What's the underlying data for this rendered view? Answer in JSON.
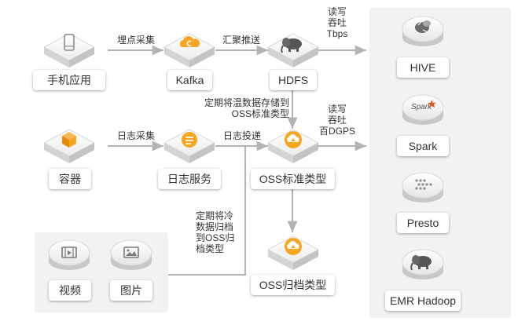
{
  "nodes": {
    "mobile_app": {
      "label": "手机应用",
      "icon": "mobile-phone-icon"
    },
    "kafka": {
      "label": "Kafka",
      "icon": "kafka-cloud-icon"
    },
    "hdfs": {
      "label": "HDFS",
      "icon": "elephant-icon"
    },
    "container": {
      "label": "容器",
      "icon": "container-cube-icon"
    },
    "log_service": {
      "label": "日志服务",
      "icon": "log-service-icon"
    },
    "oss_standard": {
      "label": "OSS标准类型",
      "icon": "oss-icon"
    },
    "oss_archive": {
      "label": "OSS归档类型",
      "icon": "oss-icon"
    },
    "video": {
      "label": "视频",
      "icon": "video-film-icon"
    },
    "image": {
      "label": "图片",
      "icon": "picture-icon"
    },
    "hive": {
      "label": "HIVE",
      "icon": "hive-bee-icon"
    },
    "spark": {
      "label": "Spark",
      "icon": "spark-logo-icon"
    },
    "presto": {
      "label": "Presto",
      "icon": "presto-logo-icon"
    },
    "emr_hadoop": {
      "label": "EMR Hadoop",
      "icon": "elephant-icon"
    }
  },
  "edges": {
    "app_to_kafka": "埋点采集",
    "kafka_to_hdfs": "汇聚推送",
    "hdfs_to_engines": [
      "读写",
      "吞吐",
      "Tbps"
    ],
    "hdfs_to_oss": [
      "定期将温数据存储到",
      "OSS标准类型"
    ],
    "container_to_log": "日志采集",
    "log_to_oss": "日志投递",
    "oss_to_engines": [
      "读写",
      "吞吐",
      "百DGPS"
    ],
    "media_to_archive": [
      "定期将冷",
      "数据归档",
      "到OSS归",
      "档类型"
    ]
  },
  "colors": {
    "orange": "#f5a623",
    "orange_dark": "#e8890c",
    "arrow": "#b3b3b3",
    "icon_gray": "#8c8c8c",
    "panel_bg": "#f2f2f2"
  }
}
